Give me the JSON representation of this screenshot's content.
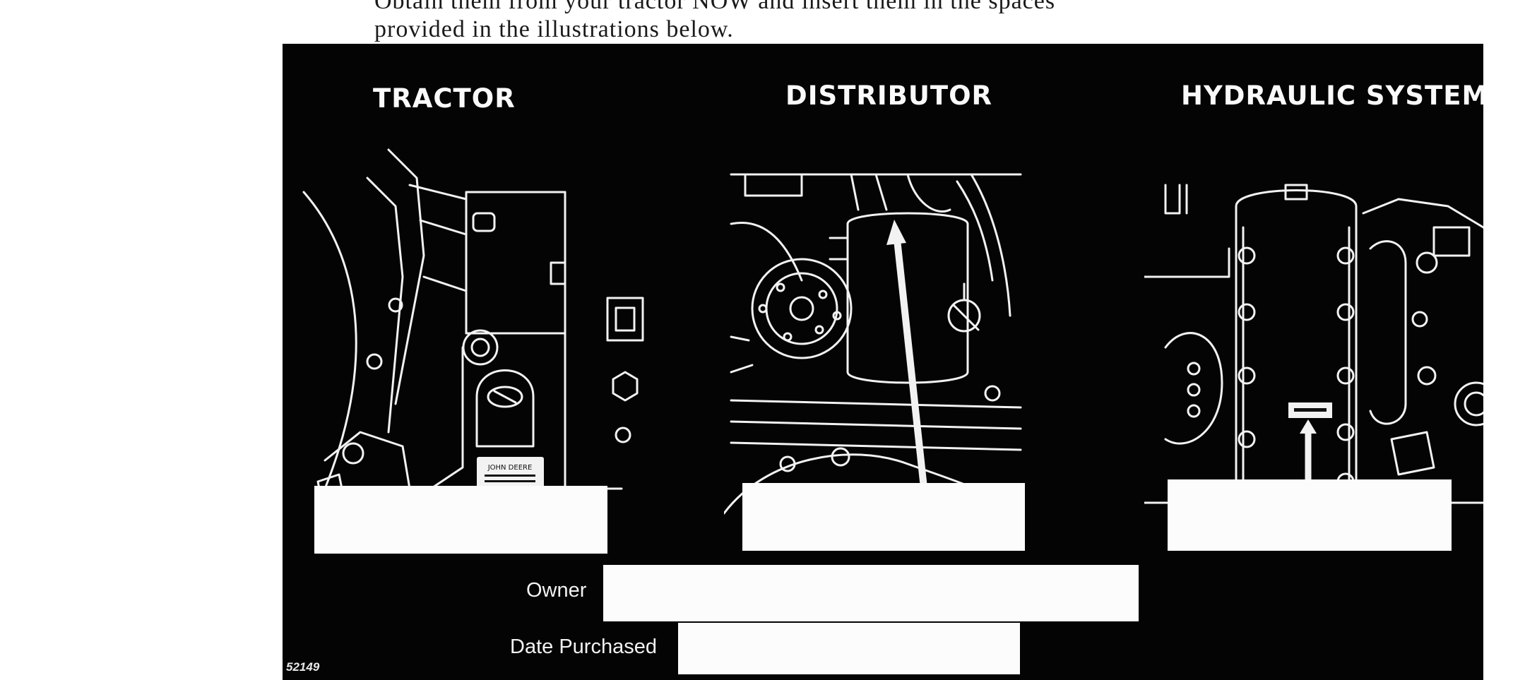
{
  "intro": {
    "line1": "Obtain them from your tractor NOW and insert them in the spaces",
    "line2": "provided in the illustrations below."
  },
  "panels": {
    "tractor": "TRACTOR",
    "distributor": "DISTRIBUTOR",
    "hydraulic": "HYDRAULIC SYSTEM"
  },
  "plate_text": "JOHN DEERE",
  "form": {
    "owner_label": "Owner",
    "date_label": "Date Purchased"
  },
  "figure_number": "52149"
}
